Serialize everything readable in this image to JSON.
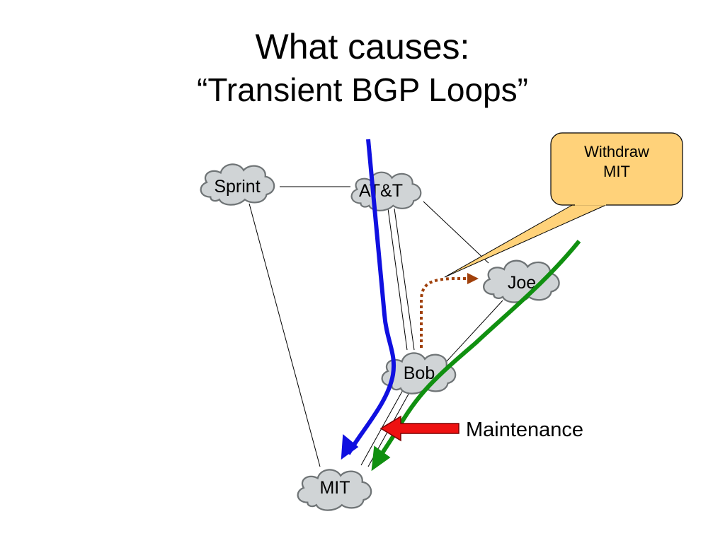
{
  "title": {
    "line1": "What causes:",
    "line2": "“Transient BGP Loops”"
  },
  "nodes": {
    "sprint": "Sprint",
    "att": "AT&T",
    "joe": "Joe",
    "bob": "Bob",
    "mit": "MIT"
  },
  "callout": {
    "line1": "Withdraw",
    "line2": "MIT"
  },
  "maintenance_label": "Maintenance",
  "colors": {
    "cloud_fill": "#d0d4d6",
    "cloud_stroke": "#6f7476",
    "blue_path": "#1010e0",
    "green_path": "#109010",
    "dotted_path": "#a0400a",
    "callout_fill": "#ffd27a",
    "maintenance_arrow": "#ee1111"
  }
}
